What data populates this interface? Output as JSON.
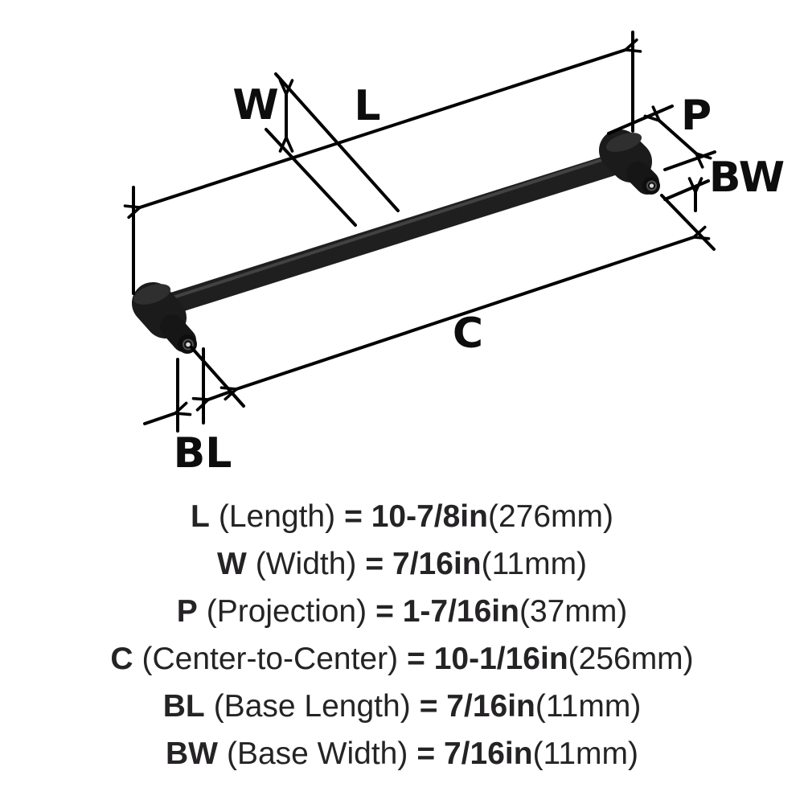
{
  "diagram": {
    "labels": {
      "length": "L",
      "width": "W",
      "projection": "P",
      "base_width": "BW",
      "center_to_center": "C",
      "base_length": "BL"
    },
    "product": "bar-pull-handle",
    "colors": {
      "line": "#000000",
      "handle_dark": "#1c1c1c",
      "handle_highlight": "#464646",
      "screw_dot": "#d9d9d9",
      "text": "#252325",
      "background": "#ffffff"
    }
  },
  "specs": {
    "rows": [
      {
        "abbr": "L",
        "name": "(Length)",
        "value": "= 10-7/8in",
        "metric": "(276mm)"
      },
      {
        "abbr": "W",
        "name": "(Width)",
        "value": "= 7/16in",
        "metric": "(11mm)"
      },
      {
        "abbr": "P",
        "name": "(Projection)",
        "value": "= 1-7/16in",
        "metric": "(37mm)"
      },
      {
        "abbr": "C",
        "name": "(Center-to-Center)",
        "value": "= 10-1/16in",
        "metric": "(256mm)"
      },
      {
        "abbr": "BL",
        "name": "(Base Length)",
        "value": "= 7/16in",
        "metric": "(11mm)"
      },
      {
        "abbr": "BW",
        "name": "(Base Width)",
        "value": "= 7/16in",
        "metric": "(11mm)"
      }
    ]
  }
}
